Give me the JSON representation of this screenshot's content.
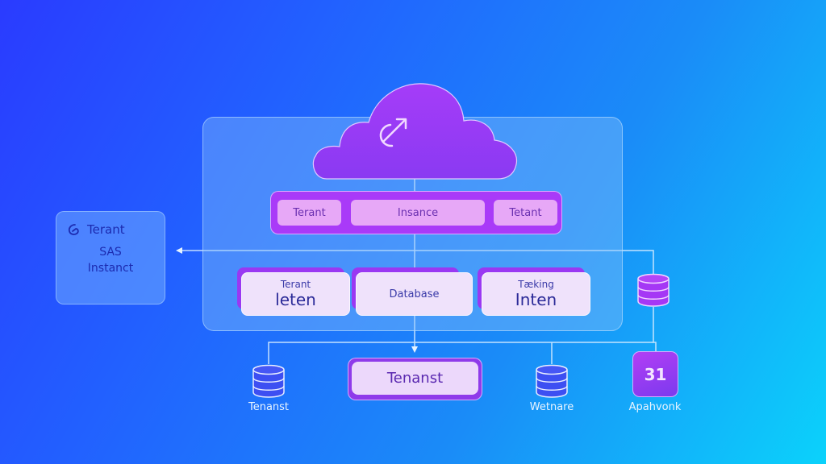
{
  "diagram": {
    "title": "SaaS multi-tenant architecture",
    "colors": {
      "background_start": "#2a3bff",
      "background_end": "#0bd2fb",
      "accent_purple": "#a93af8",
      "chip_pink": "#e7a8f7",
      "card_light": "#efe2fb",
      "text_dark_blue": "#2b2a98"
    },
    "cloud": {
      "icon": "external-link-refresh-icon"
    },
    "left_box": {
      "icon": "spiral-logo-icon",
      "title": "Terant",
      "line2": "SAS",
      "line3": "Instanct"
    },
    "tenant_bar": {
      "chips": [
        {
          "label": "Terant"
        },
        {
          "label": "Insance"
        },
        {
          "label": "Tetant"
        }
      ]
    },
    "cards": [
      {
        "small": "Terant",
        "big": "leten"
      },
      {
        "mid": "Database"
      },
      {
        "small": "Tæking",
        "big": "Inten"
      }
    ],
    "bottom": {
      "tenanst_box": "Tenanst",
      "db_left_label": "Tenanst",
      "db_right_label": "Wetnare",
      "calendar_value": "31",
      "calendar_label": "Apahvonk"
    }
  }
}
